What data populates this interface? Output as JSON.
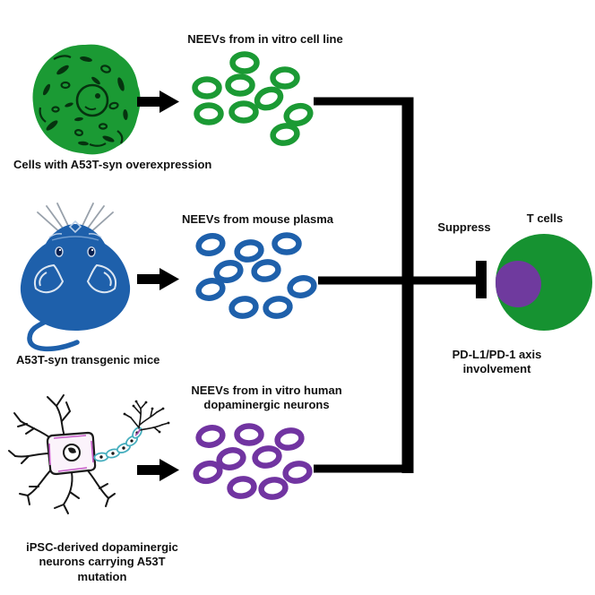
{
  "figure": {
    "rows": [
      {
        "source_icon": "cell-icon",
        "source_label": "Cells with A53T-syn overexpression",
        "neev_title": "NEEVs from in vitro cell line",
        "neev_color": "#1b9a34"
      },
      {
        "source_icon": "mouse-icon",
        "source_label": "A53T-syn transgenic mice",
        "neev_title": "NEEVs from mouse plasma",
        "neev_color": "#1e60ab"
      },
      {
        "source_icon": "neuron-icon",
        "source_label": "iPSC-derived dopaminergic neurons carrying A53T mutation",
        "neev_title": "NEEVs from in vitro human dopaminergic neurons",
        "neev_color": "#7134a1"
      }
    ],
    "action_label": "Suppress",
    "target_label": "T cells",
    "mechanism_label": "PD-L1/PD-1 axis involvement",
    "colors": {
      "green": "#1b9a34",
      "blue": "#1e60ab",
      "purple": "#7134a1",
      "t_cell_body": "#169231",
      "t_cell_nucleus": "#6f3a9e",
      "connector": "#000000"
    }
  }
}
